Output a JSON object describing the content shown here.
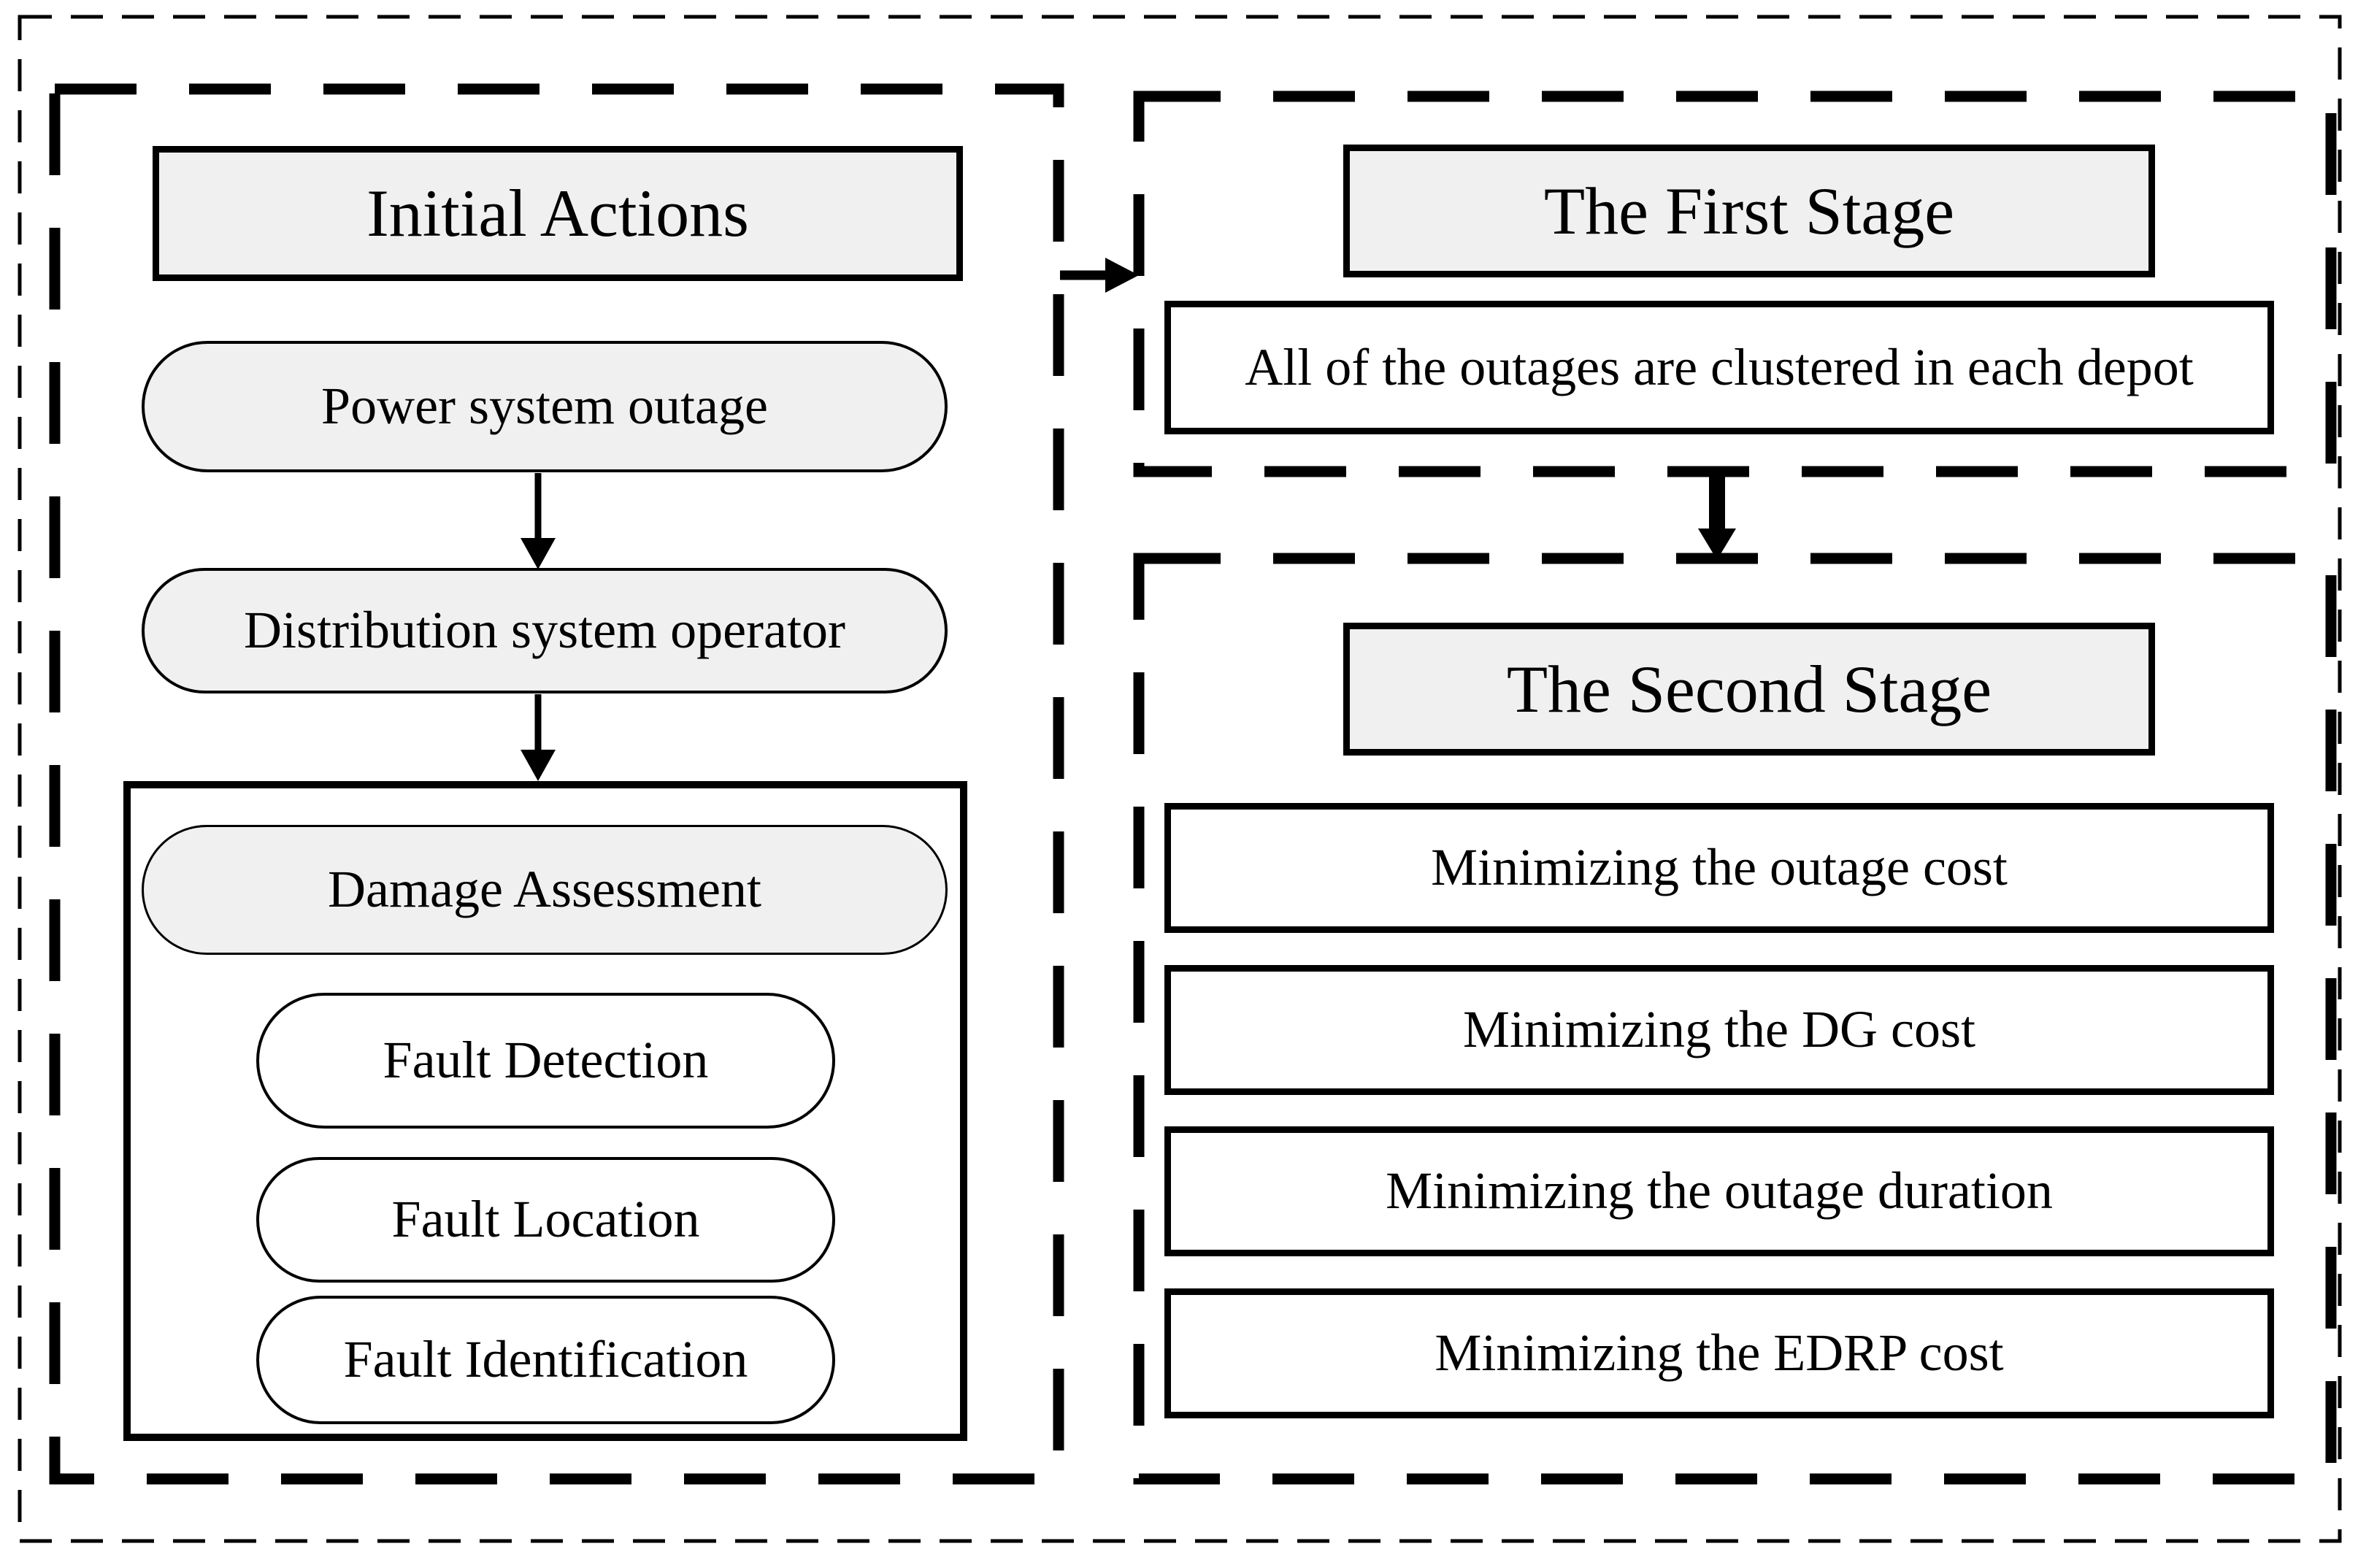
{
  "figure": {
    "type": "flowchart",
    "colors": {
      "background": "#ffffff",
      "stroke": "#000000",
      "fill_gray": "#f0f0f0",
      "fill_white": "#ffffff"
    },
    "left_panel": {
      "header": "Initial Actions",
      "node_power": "Power system outage",
      "node_dso": "Distribution system operator",
      "damage_box": {
        "header": "Damage Assessment",
        "items": [
          "Fault Detection",
          "Fault Location",
          "Fault Identification"
        ]
      }
    },
    "first_stage": {
      "header": "The First Stage",
      "item": "All of the outages are clustered in each depot"
    },
    "second_stage": {
      "header": "The Second Stage",
      "items": [
        "Minimizing the outage cost",
        "Minimizing the DG cost",
        "Minimizing the outage duration",
        "Minimizing the EDRP cost"
      ]
    },
    "connectors": [
      "power-to-dso-down-arrow",
      "dso-to-damage-down-arrow",
      "initial-to-first-stage-right-arrow",
      "first-to-second-stage-down-arrow"
    ]
  }
}
